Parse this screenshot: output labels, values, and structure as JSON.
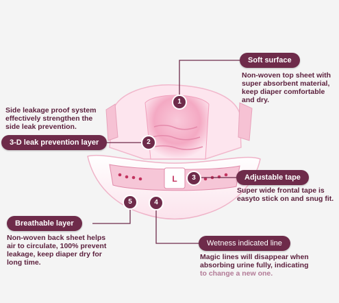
{
  "features": [
    {
      "number": "1",
      "title": "Soft surface",
      "description": [
        "Non-woven top sheet with",
        "super absorbent material,",
        "keep diaper comfortable",
        "and dry."
      ]
    },
    {
      "number": "2",
      "title": "3-D leak prevention layer",
      "description": [
        "Side leakage proof system",
        "effectively strengthen the",
        "side leak prevention."
      ]
    },
    {
      "number": "3",
      "title": "Adjustable tape",
      "description": [
        "Super wide frontal tape is",
        "easyto stick on and snug fit."
      ]
    },
    {
      "number": "4",
      "title": "Wetness indicated line",
      "description": [
        "Magic lines will disappear when",
        "absorbing urine fully, indicating",
        "to change a new one."
      ]
    },
    {
      "number": "5",
      "title": "Breathable layer",
      "description": [
        "Non-woven back sheet helps",
        "air to circulate, 100% prevent",
        "leakage, keep diaper dry for",
        "long time."
      ]
    }
  ],
  "diaper_front_label": "L",
  "colors": {
    "label_bg": "#6e2b4a",
    "text": "#5b1f3c",
    "diaper_pink": "#f7b4cc",
    "diaper_light": "#fde8f0",
    "line": "#6e2b4a"
  }
}
